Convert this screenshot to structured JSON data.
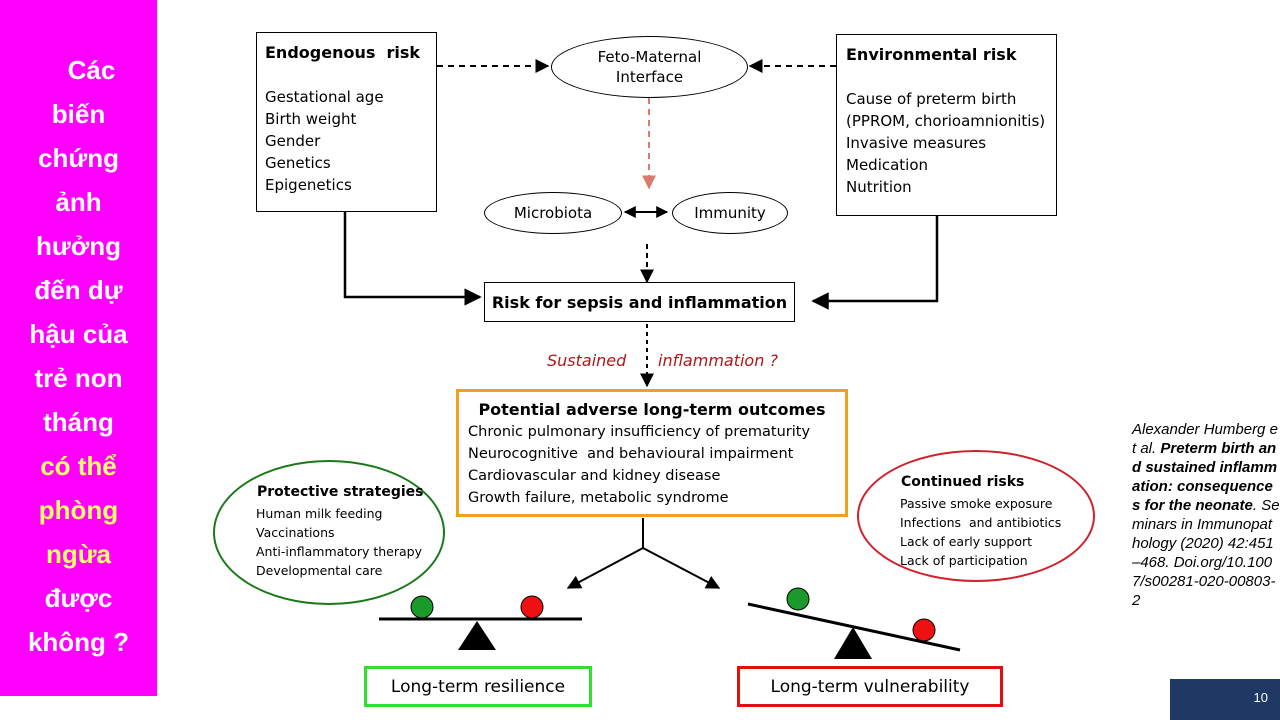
{
  "sidebar": {
    "lines": [
      "Các",
      "biến",
      "chứng",
      "ảnh",
      "hưởng",
      "đến dự",
      "hậu của",
      "trẻ non",
      "tháng"
    ],
    "highlight_lines": [
      "có thể",
      "phòng",
      "ngừa"
    ],
    "tail_lines": [
      "được",
      "không ?"
    ],
    "bg_color": "#ff00ff",
    "highlight_color": "#ffff66"
  },
  "diagram": {
    "endogenous": {
      "title": "Endogenous  risk",
      "items": [
        "Gestational age",
        "Birth weight",
        "Gender",
        "Genetics",
        "Epigenetics"
      ]
    },
    "environmental": {
      "title": "Environmental risk",
      "items": [
        "Cause of preterm birth",
        "(PPROM, chorioamnionitis)",
        "Invasive measures",
        "Medication",
        "Nutrition"
      ]
    },
    "feto_maternal": {
      "line1": "Feto-Maternal",
      "line2": "Interface"
    },
    "microbiota": "Microbiota",
    "immunity": "Immunity",
    "sepsis_box": "Risk for sepsis and inflammation",
    "sustained_label_1": "Sustained",
    "sustained_label_2": "inflammation ?",
    "outcomes": {
      "title": "Potential adverse long-term outcomes",
      "items": [
        "Chronic pulmonary insufficiency of prematurity",
        "Neurocognitive  and behavioural impairment",
        "Cardiovascular and kidney disease",
        "Growth failure, metabolic syndrome"
      ],
      "border_color": "#f0a020"
    },
    "protective": {
      "title": "Protective strategies",
      "items": [
        "Human milk feeding",
        "Vaccinations",
        "Anti-inflammatory therapy",
        "Developmental care"
      ],
      "border_color": "#1a7a1a"
    },
    "continued": {
      "title": "Continued risks",
      "items": [
        "Passive smoke exposure",
        "Infections  and antibiotics",
        "Lack of early support",
        "Lack of participation"
      ],
      "border_color": "#d0202a"
    },
    "resilience": {
      "label": "Long-term resilience",
      "border_color": "#33dd33"
    },
    "vulnerability": {
      "label": "Long-term vulnerability",
      "border_color": "#e01010"
    }
  },
  "citation": {
    "authors": "Alexander Humberg et al.",
    "title": "Preterm birth and sustained inflammation: consequences for the neonate",
    "title_end": ".",
    "journal": "Seminars in Immunopathology (2020) 42:451–468.",
    "doi": "Doi.org/10.1007/s00281-020-00803-2"
  },
  "footer": {
    "page_number": "10",
    "bar_color": "#1f3864"
  }
}
